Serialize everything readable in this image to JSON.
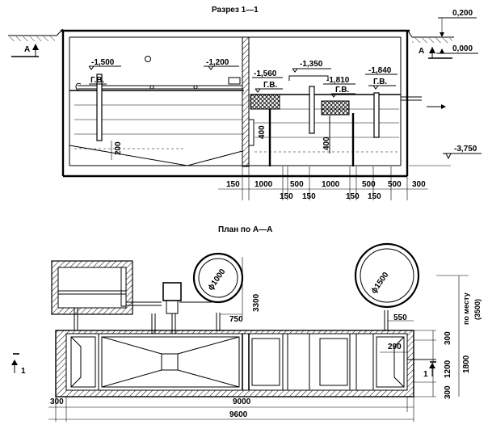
{
  "section": {
    "title": "Разрез 1—1",
    "elevations": {
      "ground": "0,200",
      "zero": "0,000",
      "inlet": "-1,500",
      "partition1": "-1,200",
      "chamber2_in": "-1,560",
      "chamber2_top": "-1,350",
      "chamber3": "-1,810",
      "outlet": "-1,840",
      "bottom": "-3,750"
    },
    "gv_label": "Г.В.",
    "cut_label": "А",
    "inner_dims": {
      "baffle_gap": "200",
      "opening_400a": "400",
      "opening_400b": "400"
    },
    "bottom_dims": [
      "150",
      "1000",
      "500",
      "1000",
      "500",
      "500",
      "300"
    ],
    "lower_dims": [
      "150",
      "150",
      "150",
      "150"
    ]
  },
  "plan": {
    "title": "План по А—А",
    "well1_diameter": "ϕ1000",
    "well2_diameter": "ϕ1500",
    "dims": {
      "d3300": "3300",
      "d750": "750",
      "d550": "550",
      "d290": "290",
      "d300a": "300",
      "d1200": "1200",
      "d300b": "300",
      "d1800": "1800",
      "left300": "300",
      "len9000": "9000",
      "len9600": "9600",
      "po_mestu": "по месту",
      "d3500": "(3500)"
    },
    "cut_marker": "1"
  }
}
